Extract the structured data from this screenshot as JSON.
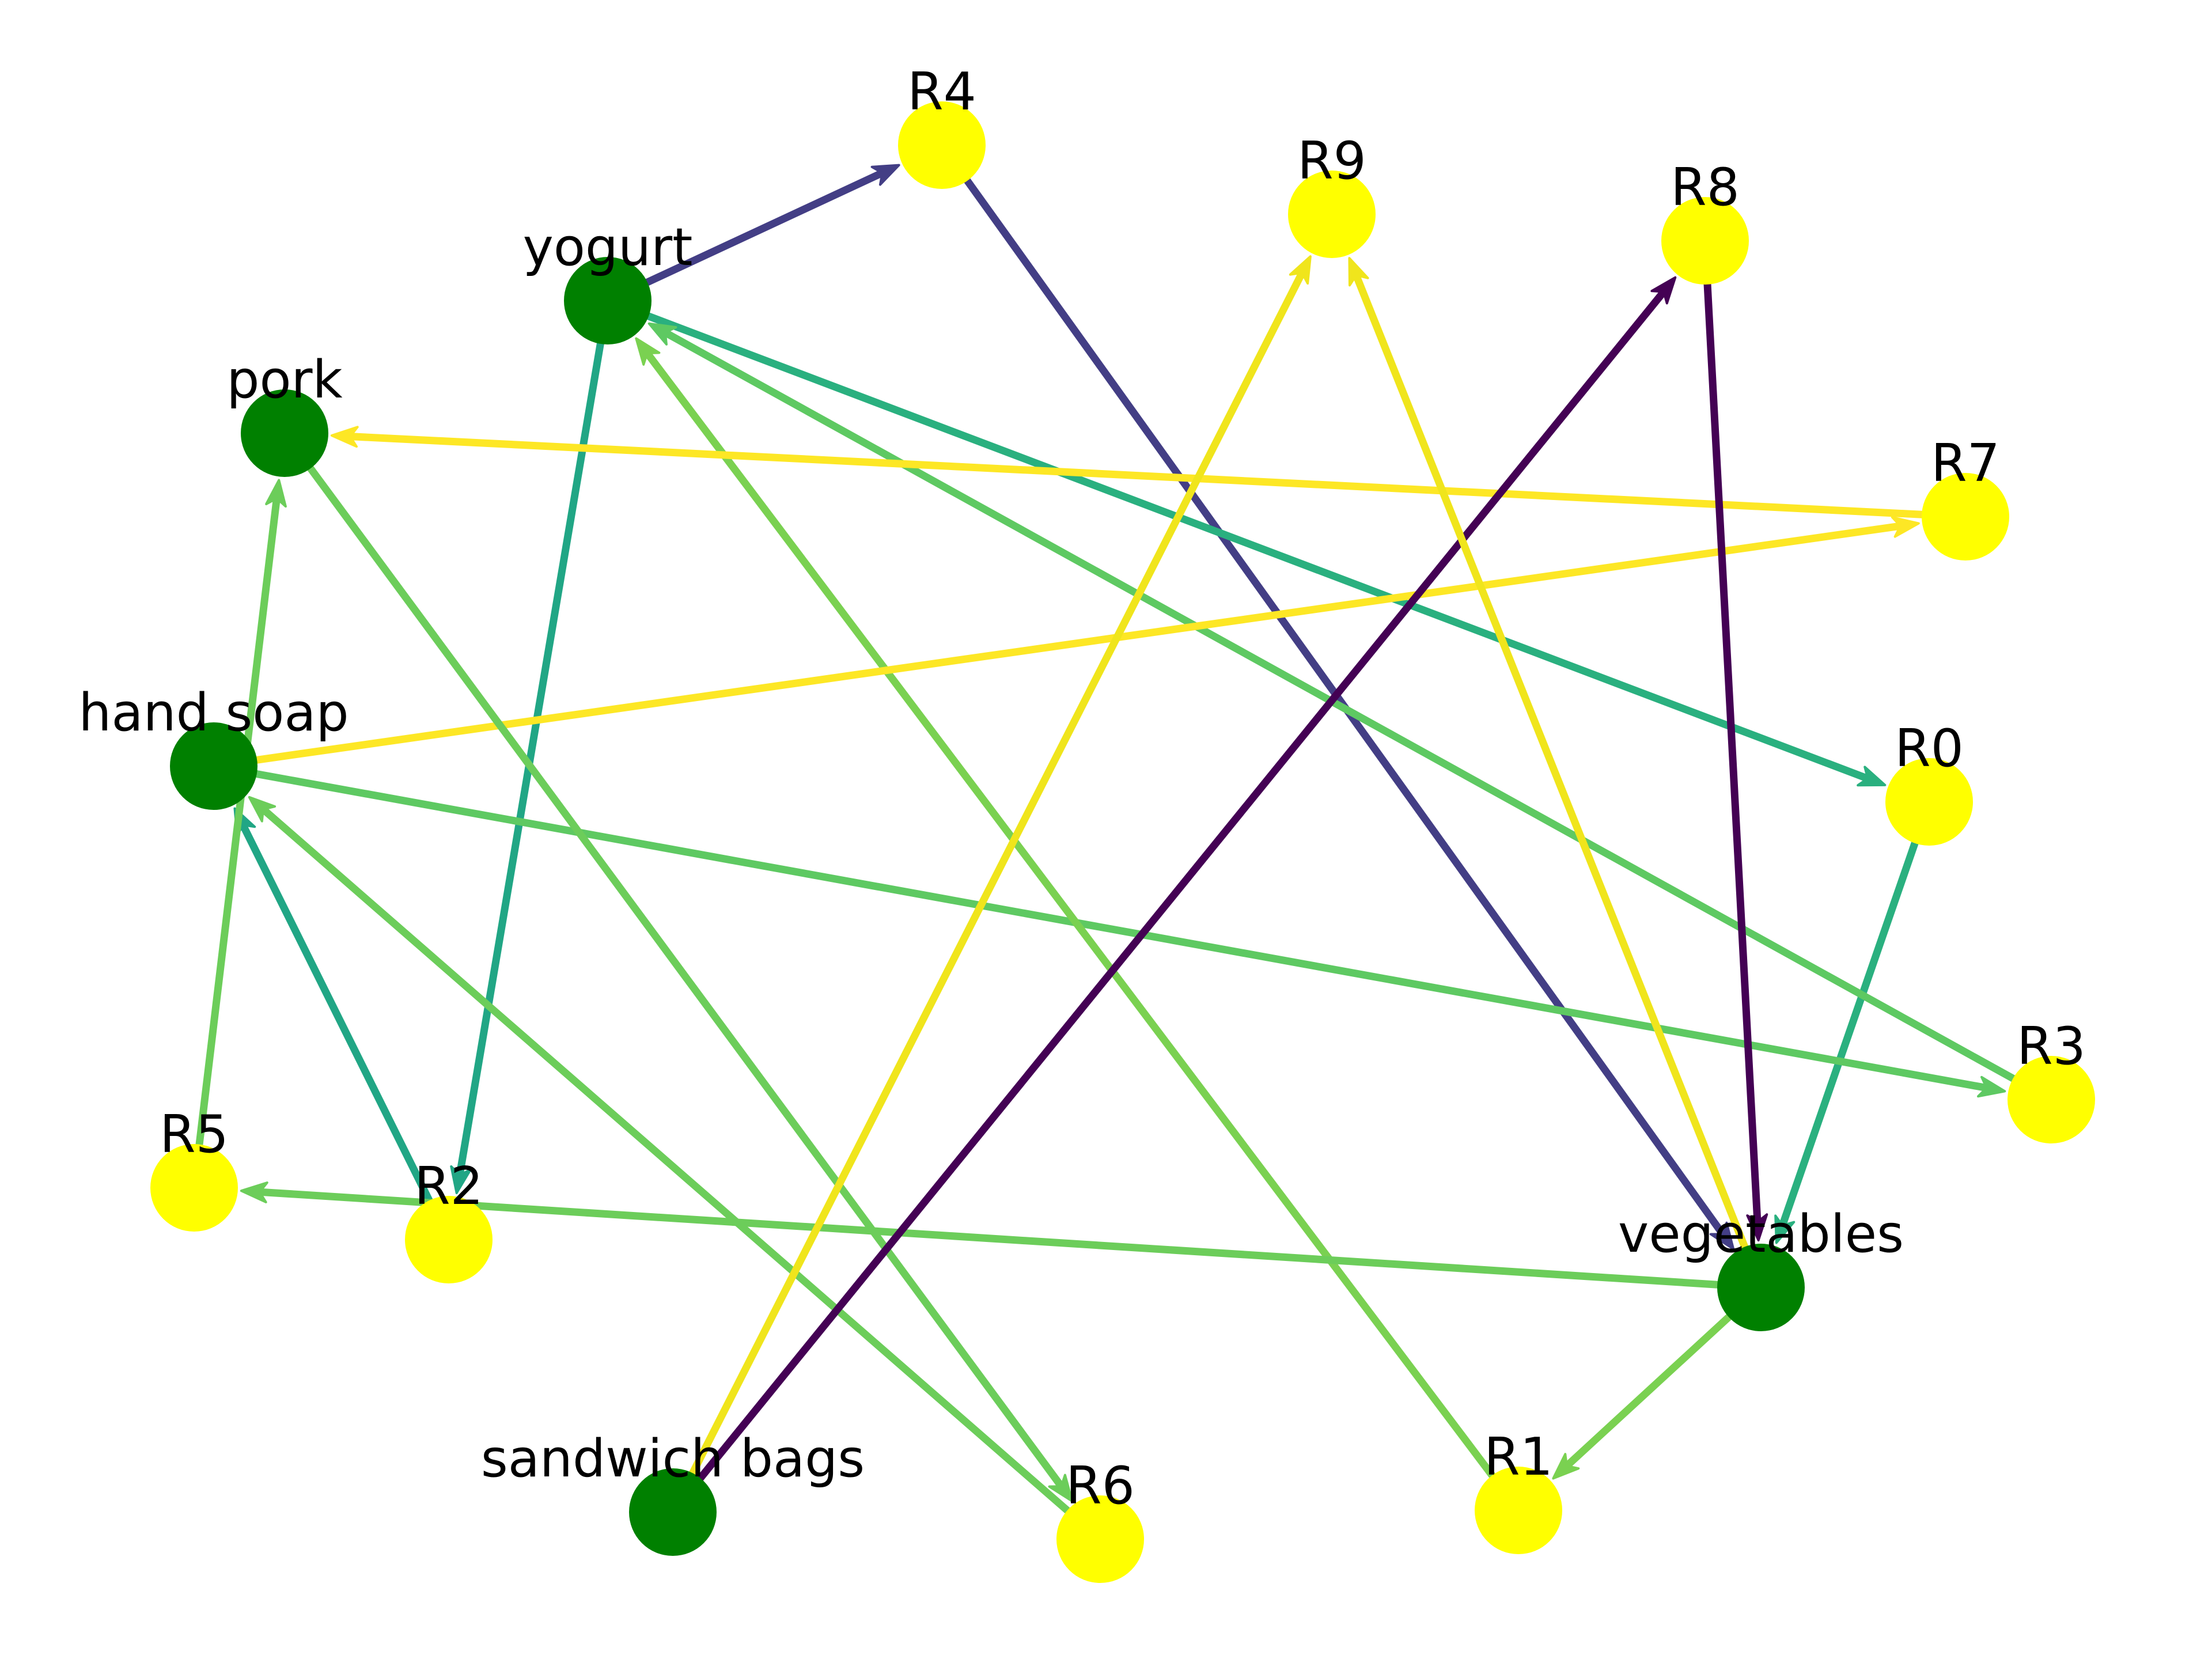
{
  "nodes": [
    {
      "id": "yogurt",
      "label": "yogurt",
      "kind": "item",
      "color": "#008000"
    },
    {
      "id": "pork",
      "label": "pork",
      "kind": "item",
      "color": "#008000"
    },
    {
      "id": "hand_soap",
      "label": "hand soap",
      "kind": "item",
      "color": "#008000"
    },
    {
      "id": "sandwich_bags",
      "label": "sandwich bags",
      "kind": "item",
      "color": "#008000"
    },
    {
      "id": "vegetables",
      "label": "vegetables",
      "kind": "item",
      "color": "#008000"
    },
    {
      "id": "R0",
      "label": "R0",
      "kind": "rule",
      "color": "#ffff00"
    },
    {
      "id": "R1",
      "label": "R1",
      "kind": "rule",
      "color": "#ffff00"
    },
    {
      "id": "R2",
      "label": "R2",
      "kind": "rule",
      "color": "#ffff00"
    },
    {
      "id": "R3",
      "label": "R3",
      "kind": "rule",
      "color": "#ffff00"
    },
    {
      "id": "R4",
      "label": "R4",
      "kind": "rule",
      "color": "#ffff00"
    },
    {
      "id": "R5",
      "label": "R5",
      "kind": "rule",
      "color": "#ffff00"
    },
    {
      "id": "R6",
      "label": "R6",
      "kind": "rule",
      "color": "#ffff00"
    },
    {
      "id": "R7",
      "label": "R7",
      "kind": "rule",
      "color": "#ffff00"
    },
    {
      "id": "R8",
      "label": "R8",
      "kind": "rule",
      "color": "#ffff00"
    },
    {
      "id": "R9",
      "label": "R9",
      "kind": "rule",
      "color": "#ffff00"
    }
  ],
  "edges": [
    {
      "from": "yogurt",
      "to": "R4",
      "color": "#433e85"
    },
    {
      "from": "R4",
      "to": "vegetables",
      "color": "#433e85"
    },
    {
      "from": "yogurt",
      "to": "R0",
      "color": "#2ab07f"
    },
    {
      "from": "R0",
      "to": "vegetables",
      "color": "#2ab07f"
    },
    {
      "from": "yogurt",
      "to": "R2",
      "color": "#21a685"
    },
    {
      "from": "R2",
      "to": "hand_soap",
      "color": "#21a685"
    },
    {
      "from": "R3",
      "to": "yogurt",
      "color": "#5ec962"
    },
    {
      "from": "hand_soap",
      "to": "R3",
      "color": "#5ec962"
    },
    {
      "from": "R1",
      "to": "yogurt",
      "color": "#7ad151"
    },
    {
      "from": "vegetables",
      "to": "R1",
      "color": "#7ad151"
    },
    {
      "from": "R7",
      "to": "pork",
      "color": "#fde725"
    },
    {
      "from": "hand_soap",
      "to": "R7",
      "color": "#fde725"
    },
    {
      "from": "pork",
      "to": "R6",
      "color": "#6ccd5a"
    },
    {
      "from": "R6",
      "to": "hand_soap",
      "color": "#6ccd5a"
    },
    {
      "from": "R5",
      "to": "pork",
      "color": "#6ccd5a"
    },
    {
      "from": "vegetables",
      "to": "R5",
      "color": "#6ccd5a"
    },
    {
      "from": "sandwich_bags",
      "to": "R8",
      "color": "#440154"
    },
    {
      "from": "R8",
      "to": "vegetables",
      "color": "#440154"
    },
    {
      "from": "sandwich_bags",
      "to": "R9",
      "color": "#f0e51c"
    },
    {
      "from": "vegetables",
      "to": "R9",
      "color": "#f0e51c"
    }
  ]
}
